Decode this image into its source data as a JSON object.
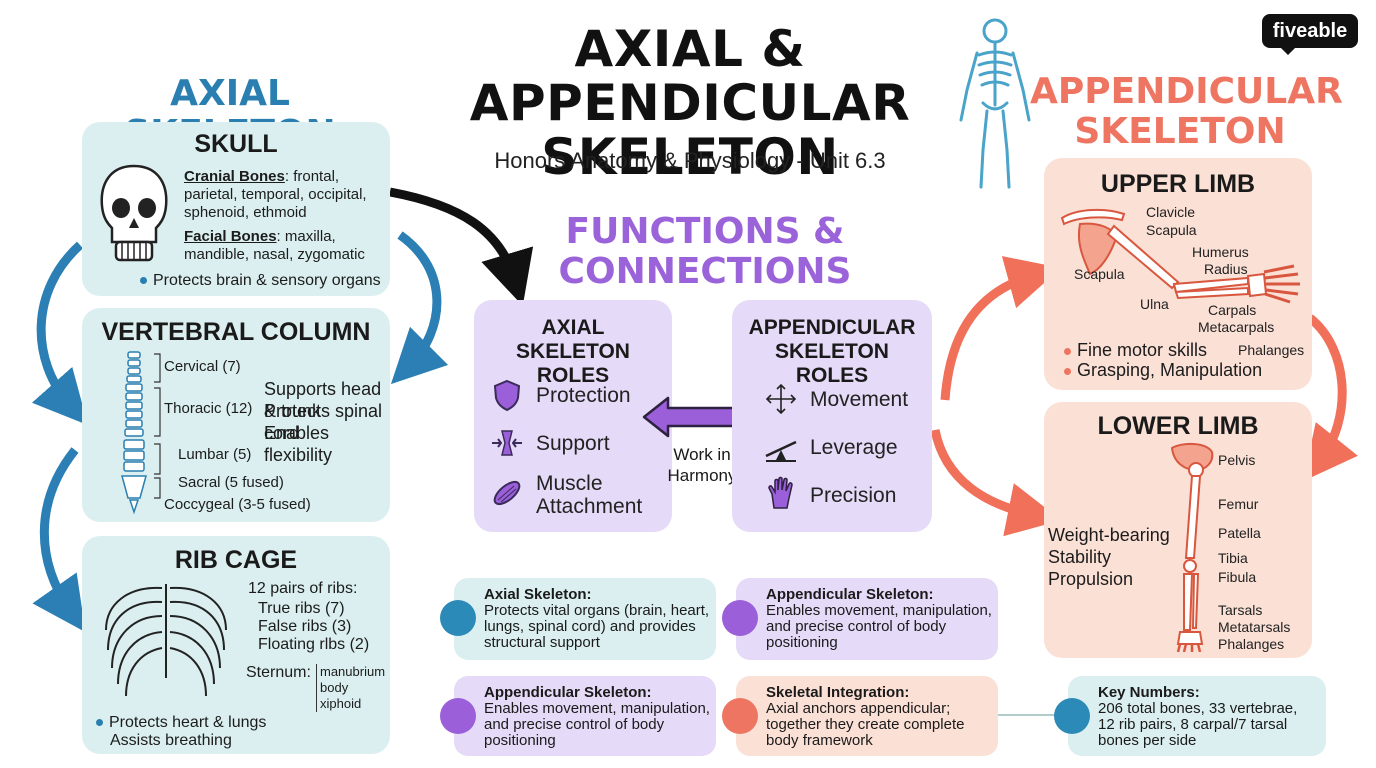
{
  "title": "AXIAL & APPENDICULAR SKELETON",
  "subtitle": "Honors Anatomy & Physiology - Unit 6.3",
  "brand": "fiveable",
  "axial": {
    "heading": "AXIAL SKELETON",
    "skull": {
      "title": "SKULL",
      "cranial_label": "Cranial Bones",
      "cranial_text": ": frontal, parietal, temporal, occipital, sphenoid, ethmoid",
      "facial_label": "Facial Bones",
      "facial_text": ": maxilla, mandible, nasal, zygomatic",
      "note": "Protects brain & sensory organs"
    },
    "vertebral": {
      "title": "VERTEBRAL COLUMN",
      "regions": [
        "Cervical (7)",
        "Thoracic (12)",
        "Lumbar (5)",
        "Sacral (5 fused)",
        "Coccygeal (3-5 fused)"
      ],
      "roles": [
        "Supports head & trunk",
        "Protects spinal cord",
        "Enables flexibility"
      ]
    },
    "rib": {
      "title": "RIB CAGE",
      "pairs": "12 pairs of ribs:",
      "types": [
        "True ribs (7)",
        "False ribs (3)",
        "Floating rlbs (2)"
      ],
      "sternum_label": "Sternum:",
      "sternum_parts": [
        "manubrium",
        "body",
        "xiphoid"
      ],
      "note1": "Protects heart & lungs",
      "note2": "Assists breathing"
    }
  },
  "functions": {
    "heading": "FUNCTIONS & CONNECTIONS",
    "axial_box": {
      "title": "AXIAL SKELETON ROLES",
      "roles": [
        "Protection",
        "Support",
        "Muscle Attachment"
      ]
    },
    "app_box": {
      "title": "APPENDICULAR SKELETON ROLES",
      "roles": [
        "Movement",
        "Leverage",
        "Precision"
      ]
    },
    "link": "Work in Harmony"
  },
  "appendicular": {
    "heading": "APPENDICULAR SKELETON",
    "upper": {
      "title": "UPPER LIMB",
      "labels": [
        "Clavicle",
        "Scapula",
        "Humerus",
        "Radius",
        "Scapula",
        "Ulna",
        "Carpals",
        "Metacarpals",
        "Phalanges"
      ],
      "notes": [
        "Fine motor skills",
        "Grasping, Manipulation"
      ]
    },
    "lower": {
      "title": "LOWER LIMB",
      "labels": [
        "Pelvis",
        "Femur",
        "Patella",
        "Tibia",
        "Fibula",
        "Tarsals",
        "Metatarsals",
        "Phalanges"
      ],
      "roles": [
        "Weight-bearing",
        "Stability",
        "Propulsion"
      ]
    }
  },
  "cards": [
    {
      "title": "Axial Skeleton:",
      "body": "Protects vital organs (brain, heart, lungs, spinal cord) and provides structural support",
      "color": "#2c8ab8"
    },
    {
      "title": "Appendicular Skeleton:",
      "body": "Enables movement, manipulation, and precise control of body positioning",
      "color": "#9b5fd9"
    },
    {
      "title": "Appendicular Skeleton:",
      "body": "Enables movement, manipulation, and precise control of body positioning",
      "color": "#9b5fd9"
    },
    {
      "title": "Skeletal Integration:",
      "body": "Axial anchors appendicular; together they create complete body framework",
      "color": "#ee7561"
    },
    {
      "title": "Key Numbers:",
      "body": "206 total bones, 33 vertebrae, 12 rib pairs, 8 carpal/7 tarsal bones per side",
      "color": "#2c8ab8"
    }
  ],
  "colors": {
    "axial": "#2a7fb0",
    "appendicular": "#ee7561",
    "functions": "#9b63d9"
  }
}
